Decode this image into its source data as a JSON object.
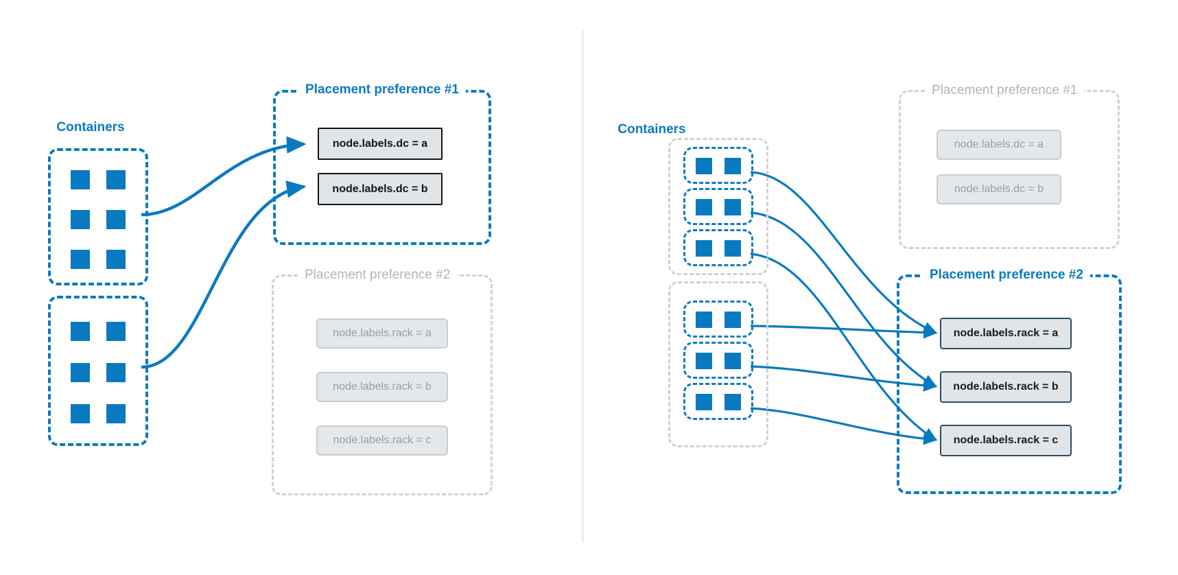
{
  "diagram": {
    "title_semantics": "docker-swarm-placement-preferences",
    "accent_blue": "#0a7ac0",
    "inactive_gray": "#b0b4b7",
    "pill_fill": "#e2e5e7",
    "pill_border_dark": "#141414",
    "pill_border_navy": "#2c4d63",
    "divider_color": "#eceded"
  },
  "left_panel": {
    "containers_label": "Containers",
    "container_groups": [
      {
        "name": "group-top",
        "squares": 6
      },
      {
        "name": "group-bottom",
        "squares": 6
      }
    ],
    "preferences": [
      {
        "title": "Placement preference #1",
        "state": "active",
        "items": [
          {
            "label": "node.labels.dc = a",
            "state": "active"
          },
          {
            "label": "node.labels.dc = b",
            "state": "active"
          }
        ]
      },
      {
        "title": "Placement preference #2",
        "state": "inactive",
        "items": [
          {
            "label": "node.labels.rack = a",
            "state": "inactive"
          },
          {
            "label": "node.labels.rack = b",
            "state": "inactive"
          },
          {
            "label": "node.labels.rack = c",
            "state": "inactive"
          }
        ]
      }
    ],
    "arrows": [
      {
        "from": "group-top",
        "to": "node.labels.dc = a"
      },
      {
        "from": "group-bottom",
        "to": "node.labels.dc = b"
      }
    ]
  },
  "right_panel": {
    "containers_label": "Containers",
    "container_groups": [
      {
        "name": "group-dc-a",
        "rows": [
          {
            "name": "row-1",
            "squares": 2
          },
          {
            "name": "row-2",
            "squares": 2
          },
          {
            "name": "row-3",
            "squares": 2
          }
        ]
      },
      {
        "name": "group-dc-b",
        "rows": [
          {
            "name": "row-4",
            "squares": 2
          },
          {
            "name": "row-5",
            "squares": 2
          },
          {
            "name": "row-6",
            "squares": 2
          }
        ]
      }
    ],
    "preferences": [
      {
        "title": "Placement preference #1",
        "state": "inactive",
        "items": [
          {
            "label": "node.labels.dc = a",
            "state": "inactive"
          },
          {
            "label": "node.labels.dc = b",
            "state": "inactive"
          }
        ]
      },
      {
        "title": "Placement preference #2",
        "state": "active",
        "items": [
          {
            "label": "node.labels.rack = a",
            "state": "active"
          },
          {
            "label": "node.labels.rack = b",
            "state": "active"
          },
          {
            "label": "node.labels.rack = c",
            "state": "active"
          }
        ]
      }
    ],
    "arrows": [
      {
        "from": "row-1",
        "to": "node.labels.rack = a"
      },
      {
        "from": "row-2",
        "to": "node.labels.rack = b"
      },
      {
        "from": "row-3",
        "to": "node.labels.rack = c"
      },
      {
        "from": "row-4",
        "to": "node.labels.rack = a"
      },
      {
        "from": "row-5",
        "to": "node.labels.rack = b"
      },
      {
        "from": "row-6",
        "to": "node.labels.rack = c"
      }
    ]
  }
}
